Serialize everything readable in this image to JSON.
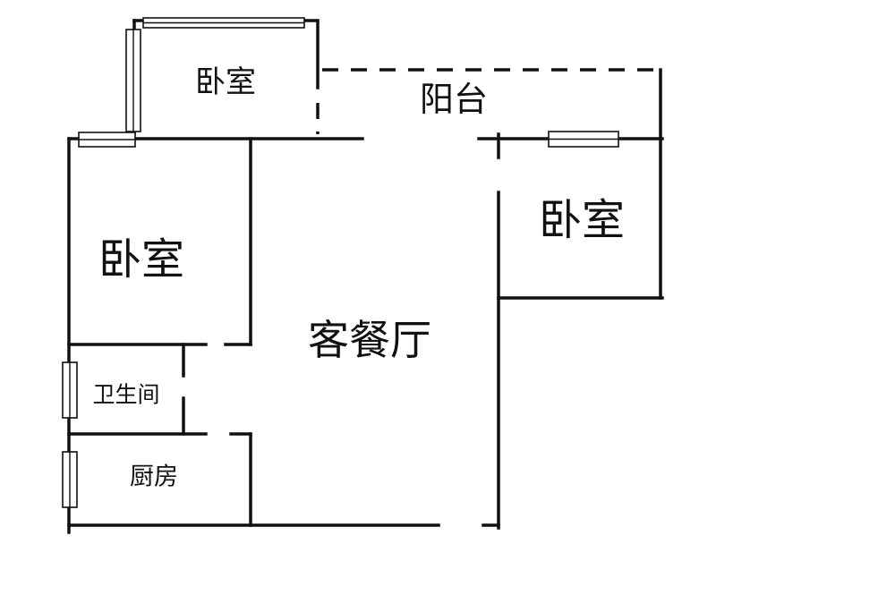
{
  "floorplan": {
    "rooms": {
      "bedroom_top": "卧室",
      "balcony": "阳台",
      "bedroom_right": "卧室",
      "bedroom_left": "卧室",
      "living_dining": "客餐厅",
      "bathroom": "卫生间",
      "kitchen": "厨房"
    },
    "colors": {
      "line": "#111111",
      "background": "#ffffff"
    }
  }
}
